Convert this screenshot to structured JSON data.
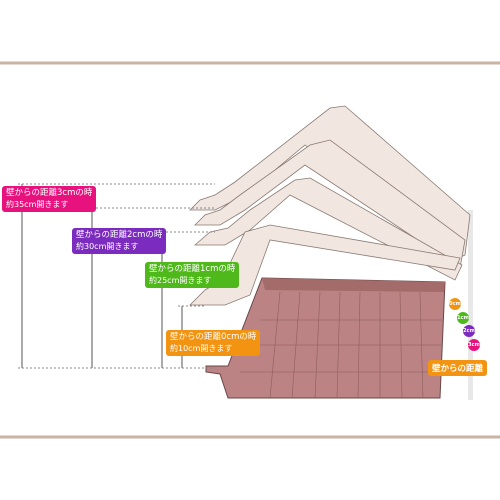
{
  "callouts": {
    "c3": {
      "line1": "壁からの距離3cmの時",
      "line2": "約35cm開きます"
    },
    "c2": {
      "line1": "壁からの距離2cmの時",
      "line2": "約30cm開きます"
    },
    "c1": {
      "line1": "壁からの距離1cmの時",
      "line2": "約25cm開きます"
    },
    "c0": {
      "line1": "壁からの距離0cmの時",
      "line2": "約10cm開きます"
    }
  },
  "wall_badges": [
    "0cm",
    "1cm",
    "2cm",
    "3cm"
  ],
  "wall_label": "壁からの距離",
  "colors": {
    "frame": "#c9b3a4",
    "bin": "#b87c7c",
    "lid": "#eadbd3",
    "c3": "#e8127e",
    "c2": "#7b2bbd",
    "c1": "#4fb81a",
    "c0": "#f29312"
  }
}
